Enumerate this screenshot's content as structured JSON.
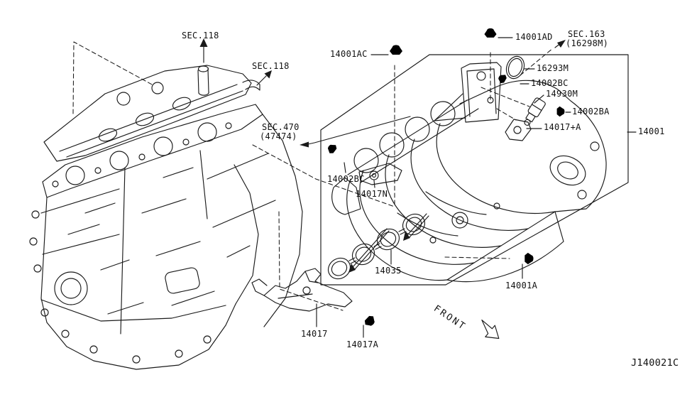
{
  "diagram": {
    "code": "J140021C",
    "front_indicator": "FRONT",
    "line_color": "#1a1a1a",
    "background_color": "#ffffff",
    "labels": {
      "sec118a": "SEC.118",
      "sec118b": "SEC.118",
      "sec163": "SEC.163",
      "sec163_sub": "(16298M)",
      "sec470": "SEC.470",
      "sec470_sub": "(47474)",
      "p14001ac": "14001AC",
      "p14001ad": "14001AD",
      "p16293m": "16293M",
      "p14002bc_top": "14002BC",
      "p14930m": "14930M",
      "p14002ba": "14002BA",
      "p14017pa": "14017+A",
      "p14001": "14001",
      "p14002bc_left": "14002BC",
      "p14017n": "14017N",
      "p14035": "14035",
      "p14001a": "14001A",
      "p14017": "14017",
      "p14017a": "14017A"
    }
  }
}
